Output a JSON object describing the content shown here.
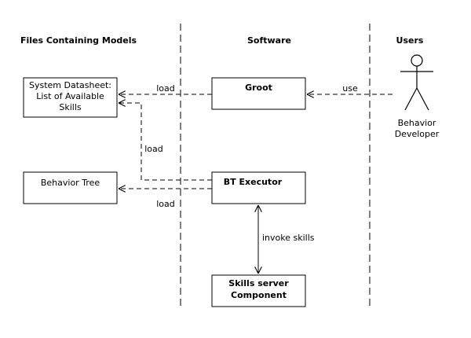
{
  "columns": {
    "files": "Files Containing  Models",
    "software": "Software",
    "users": "Users"
  },
  "nodes": {
    "system_datasheet": [
      "System Datasheet:",
      "List of Available",
      "Skills"
    ],
    "behavior_tree": [
      "Behavior Tree"
    ],
    "groot": [
      "Groot"
    ],
    "bt_executor": [
      "BT Executor"
    ],
    "skills_server": [
      "Skills server",
      "Component"
    ]
  },
  "actor": {
    "label": [
      "Behavior",
      "Developer"
    ]
  },
  "edges": {
    "groot_load": "load",
    "executor_load_datasheet": "load",
    "executor_load_tree": "load",
    "use": "use",
    "invoke": "invoke skills"
  }
}
